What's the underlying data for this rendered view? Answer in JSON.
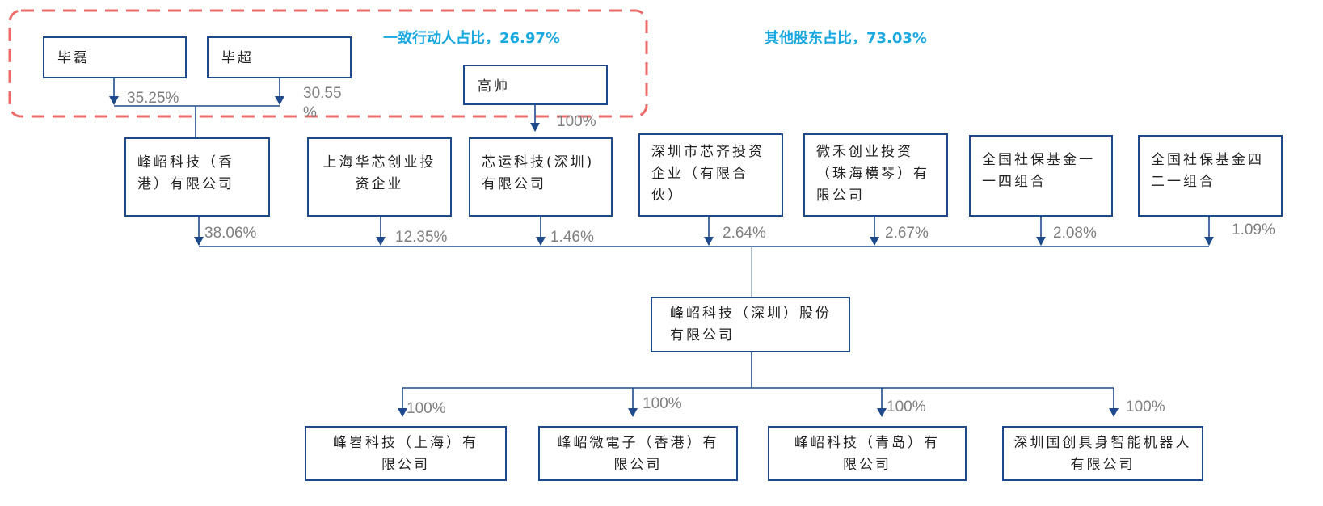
{
  "shareholders": {
    "bi_lei": "毕磊",
    "bi_chao": "毕超",
    "gao_shuai": "高帅",
    "fengming_hk": "峰岹科技（香港）有限公司",
    "shanghai_huaxin": "上海华芯创业投资企业",
    "xinyun": "芯运科技(深圳)有限公司",
    "shenzhen_xinqi": "深圳市芯齐投资企业（有限合伙）",
    "weihe": "微禾创业投资（珠海横琴）有限公司",
    "ssf_114": "全国社保基金一一四组合",
    "ssf_421": "全国社保基金四二一组合"
  },
  "company": "峰岹科技（深圳）股份有限公司",
  "subsidiaries": {
    "shanghai": "峰岧科技（上海）有限公司",
    "micro_hk": "峰岹微電子（香港）有限公司",
    "qingdao": "峰岹科技（青岛）有限公司",
    "guochuang": "深圳国创具身智能机器人有限公司"
  },
  "percentages": {
    "bi_lei": "35.25%",
    "bi_chao_line1": "30.55",
    "bi_chao_line2": "%",
    "gao_shuai": "100%",
    "fengming_hk": "38.06%",
    "shanghai_huaxin": "12.35%",
    "xinyun": "1.46%",
    "shenzhen_xinqi": "2.64%",
    "weihe": "2.67%",
    "ssf_114": "2.08%",
    "ssf_421": "1.09%",
    "sub_shanghai": "100%",
    "sub_micro_hk": "100%",
    "sub_qingdao": "100%",
    "sub_guochuang": "100%"
  },
  "notes": {
    "concert_parties": "一致行动人占比，26.97%",
    "other_shareholders": "其他股东占比，73.03%"
  },
  "colors": {
    "box_border": "#1e4a8c",
    "line": "#1e4a8c",
    "percent_text": "#7f7f7f",
    "note_text": "#1aa8e0",
    "highlight_border": "#ee6b6b"
  }
}
